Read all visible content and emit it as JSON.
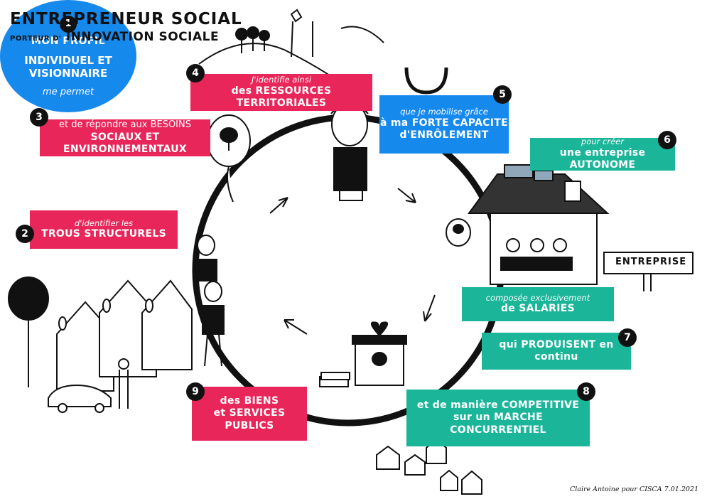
{
  "title": {
    "line1": "ENTREPRENEUR SOCIAL",
    "line2_prefix": "PORTEUR D'",
    "line2_main": "INNOVATION SOCIALE"
  },
  "center": {
    "number": "1",
    "line1": "MON PROFIL",
    "line2": "INDIVIDUEL ET VISIONNAIRE",
    "line3": "me permet"
  },
  "steps": [
    {
      "number": "2",
      "line1": "d'identifier les",
      "line2": "TROUS STRUCTURELS",
      "color": "#e8265a"
    },
    {
      "number": "3",
      "line1": "et de répondre aux BESOINS",
      "line2": "SOCIAUX ET ENVIRONNEMENTAUX",
      "color": "#e8265a"
    },
    {
      "number": "4",
      "line1": "J'identifie ainsi",
      "line2": "des RESSOURCES TERRITORIALES",
      "color": "#e8265a"
    },
    {
      "number": "5",
      "line1": "que je mobilise grâce",
      "line2": "à ma FORTE CAPACITE",
      "line3": "d'ENRÔLEMENT",
      "color": "#1689ec"
    },
    {
      "number": "6",
      "line1": "pour créer",
      "line2": "une entreprise AUTONOME",
      "color": "#1bb59a"
    },
    {
      "number": "7",
      "line1": "qui PRODUISENT en continu",
      "color": "#1bb59a"
    },
    {
      "number": "8",
      "line1": "et de manière COMPETITIVE",
      "line2": "sur un MARCHE CONCURRENTIEL",
      "color": "#1bb59a"
    },
    {
      "number": "9",
      "line1": "des BIENS",
      "line2": "et SERVICES PUBLICS",
      "color": "#e8265a"
    }
  ],
  "employees_note": {
    "line1": "composée exclusivement",
    "line2": "de SALARIES"
  },
  "sign_label": "ENTREPRISE",
  "signature": "Claire Antoine pour CISCA 7.01.2021"
}
